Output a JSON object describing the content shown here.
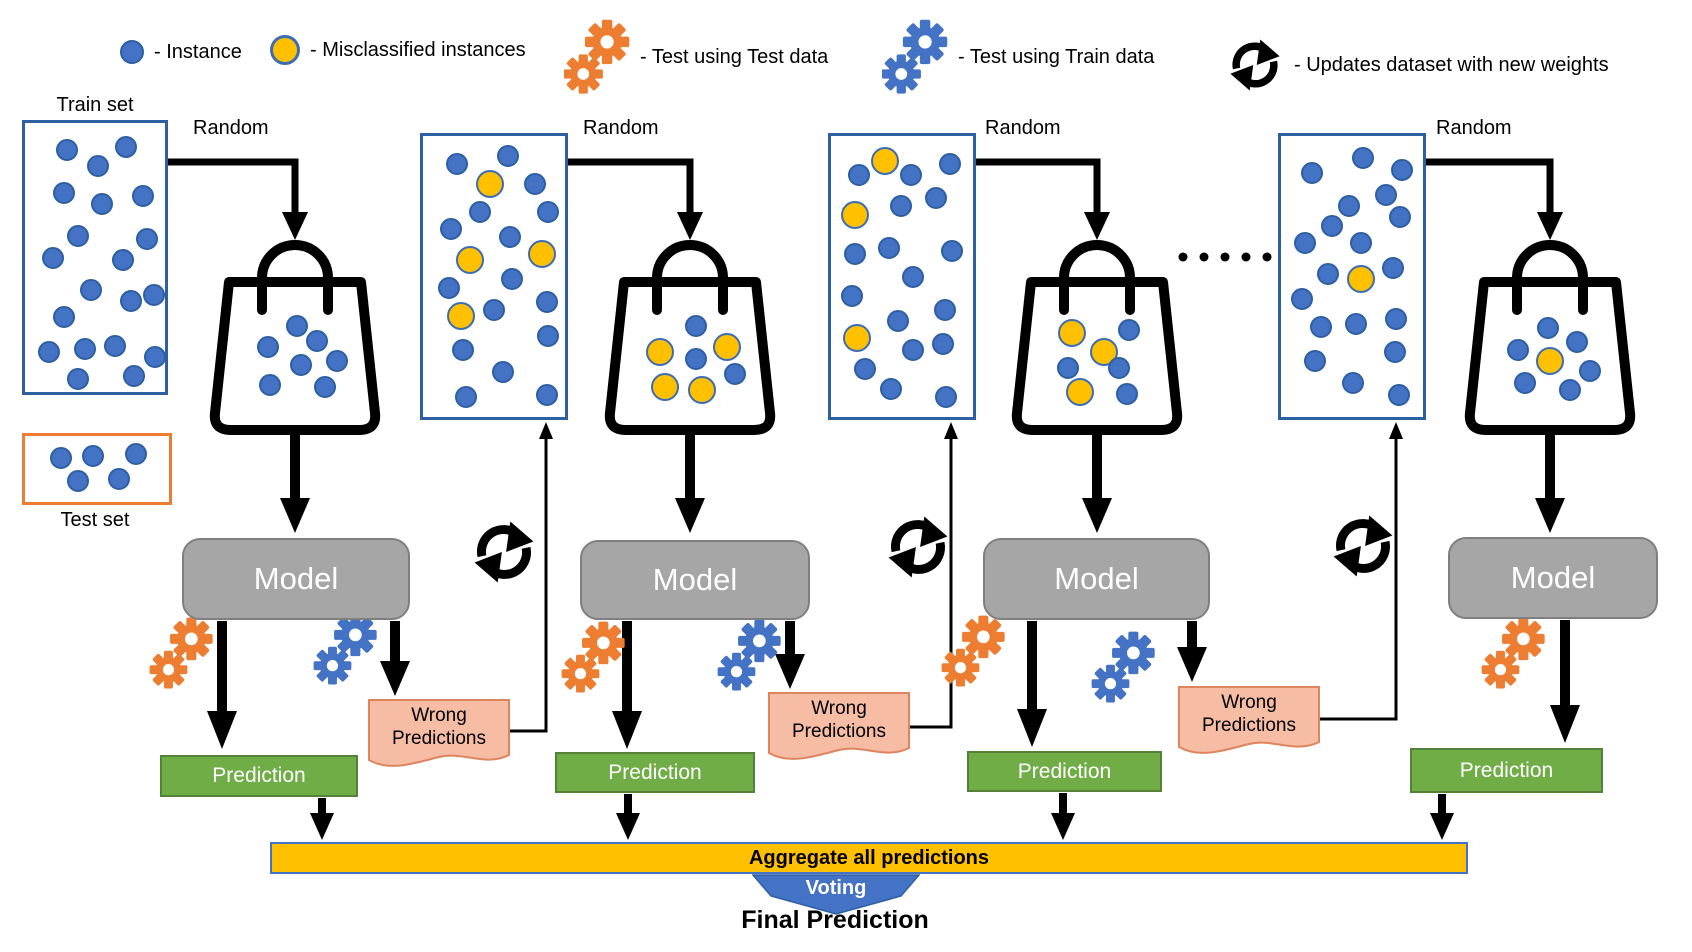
{
  "legend": {
    "instance_label": "- Instance",
    "misclassified_label": "- Misclassified instances",
    "test_gears_label": "- Test using Test data",
    "train_gears_label": "- Test using Train data",
    "updates_label": "- Updates dataset with new weights"
  },
  "labels": {
    "train_set": "Train set",
    "test_set": "Test set",
    "random": "Random",
    "model": "Model",
    "prediction": "Prediction",
    "wrong_predictions": "Wrong Predictions",
    "aggregate": "Aggregate all predictions",
    "voting": "Voting",
    "final_prediction": "Final Prediction"
  },
  "colors": {
    "instance_fill": "#4472C4",
    "instance_border": "#2E5FA3",
    "misclassified_fill": "#FFC000",
    "misclassified_border": "#3B6CB4",
    "model_fill": "#A6A6A6",
    "prediction_fill": "#70AD47",
    "prediction_border": "#538135",
    "wrong_fill": "#F6BCA4",
    "wrong_border": "#DD855F",
    "aggregate_fill": "#FFC000",
    "aggregate_border": "#4472C4",
    "voting_fill": "#4472C4",
    "gear_test": "#ED7D31",
    "gear_train": "#4472C4",
    "train_box_border": "#2E5FA3",
    "test_box_border": "#ED7D31",
    "line_color": "#000000"
  },
  "datasets": {
    "train_set": {
      "dots": [
        [
          0.3,
          0.1
        ],
        [
          0.72,
          0.09
        ],
        [
          0.52,
          0.16
        ],
        [
          0.28,
          0.26
        ],
        [
          0.55,
          0.3
        ],
        [
          0.84,
          0.27
        ],
        [
          0.38,
          0.42
        ],
        [
          0.87,
          0.43
        ],
        [
          0.2,
          0.5
        ],
        [
          0.7,
          0.51
        ],
        [
          0.47,
          0.62
        ],
        [
          0.76,
          0.66
        ],
        [
          0.92,
          0.64
        ],
        [
          0.28,
          0.72
        ],
        [
          0.17,
          0.85
        ],
        [
          0.43,
          0.84
        ],
        [
          0.64,
          0.83
        ],
        [
          0.93,
          0.87
        ],
        [
          0.38,
          0.95
        ],
        [
          0.78,
          0.94
        ]
      ]
    },
    "test_set": {
      "dots": [
        [
          0.25,
          0.33
        ],
        [
          0.47,
          0.3
        ],
        [
          0.77,
          0.27
        ],
        [
          0.37,
          0.68
        ],
        [
          0.65,
          0.65
        ]
      ]
    },
    "dataset_2": {
      "dots": [
        [
          0.24,
          0.1
        ],
        [
          0.6,
          0.07
        ],
        [
          0.47,
          0.17,
          "y"
        ],
        [
          0.79,
          0.17
        ],
        [
          0.88,
          0.27
        ],
        [
          0.4,
          0.27
        ],
        [
          0.2,
          0.33
        ],
        [
          0.61,
          0.36
        ],
        [
          0.33,
          0.44,
          "y"
        ],
        [
          0.84,
          0.42,
          "y"
        ],
        [
          0.63,
          0.51
        ],
        [
          0.18,
          0.54
        ],
        [
          0.27,
          0.64,
          "y"
        ],
        [
          0.5,
          0.62
        ],
        [
          0.87,
          0.59
        ],
        [
          0.28,
          0.76
        ],
        [
          0.88,
          0.71
        ],
        [
          0.56,
          0.84
        ],
        [
          0.3,
          0.93
        ],
        [
          0.87,
          0.92
        ]
      ]
    },
    "dataset_3": {
      "dots": [
        [
          0.38,
          0.09,
          "y"
        ],
        [
          0.2,
          0.14
        ],
        [
          0.56,
          0.14
        ],
        [
          0.84,
          0.1
        ],
        [
          0.17,
          0.28,
          "y"
        ],
        [
          0.49,
          0.25
        ],
        [
          0.74,
          0.22
        ],
        [
          0.17,
          0.42
        ],
        [
          0.41,
          0.4
        ],
        [
          0.85,
          0.41
        ],
        [
          0.58,
          0.5
        ],
        [
          0.15,
          0.57
        ],
        [
          0.47,
          0.66
        ],
        [
          0.8,
          0.62
        ],
        [
          0.18,
          0.72,
          "y"
        ],
        [
          0.58,
          0.76
        ],
        [
          0.79,
          0.74
        ],
        [
          0.24,
          0.83
        ],
        [
          0.42,
          0.9
        ],
        [
          0.81,
          0.93
        ]
      ]
    },
    "dataset_4": {
      "dots": [
        [
          0.58,
          0.08
        ],
        [
          0.85,
          0.12
        ],
        [
          0.22,
          0.13
        ],
        [
          0.74,
          0.21
        ],
        [
          0.48,
          0.25
        ],
        [
          0.36,
          0.32
        ],
        [
          0.84,
          0.29
        ],
        [
          0.56,
          0.38
        ],
        [
          0.17,
          0.38
        ],
        [
          0.33,
          0.49
        ],
        [
          0.79,
          0.47
        ],
        [
          0.56,
          0.51,
          "y"
        ],
        [
          0.15,
          0.58
        ],
        [
          0.28,
          0.68
        ],
        [
          0.53,
          0.67
        ],
        [
          0.81,
          0.65
        ],
        [
          0.8,
          0.77
        ],
        [
          0.24,
          0.8
        ],
        [
          0.51,
          0.88
        ],
        [
          0.83,
          0.92
        ]
      ]
    }
  },
  "bags": {
    "bag_1": {
      "dots": [
        [
          0.52,
          0.22
        ],
        [
          0.28,
          0.4
        ],
        [
          0.68,
          0.35
        ],
        [
          0.55,
          0.55
        ],
        [
          0.84,
          0.52
        ],
        [
          0.3,
          0.72
        ],
        [
          0.74,
          0.74
        ]
      ]
    },
    "bag_2": {
      "dots": [
        [
          0.55,
          0.22
        ],
        [
          0.26,
          0.44,
          "y"
        ],
        [
          0.8,
          0.4,
          "y"
        ],
        [
          0.55,
          0.5
        ],
        [
          0.86,
          0.63
        ],
        [
          0.3,
          0.74,
          "y"
        ],
        [
          0.6,
          0.76,
          "y"
        ]
      ]
    },
    "bag_3": {
      "dots": [
        [
          0.3,
          0.28,
          "y"
        ],
        [
          0.76,
          0.25
        ],
        [
          0.56,
          0.44,
          "y"
        ],
        [
          0.27,
          0.58
        ],
        [
          0.68,
          0.58
        ],
        [
          0.36,
          0.78,
          "y"
        ],
        [
          0.74,
          0.8
        ]
      ]
    },
    "bag_4": {
      "dots": [
        [
          0.48,
          0.24
        ],
        [
          0.24,
          0.42
        ],
        [
          0.72,
          0.36
        ],
        [
          0.5,
          0.52,
          "y"
        ],
        [
          0.82,
          0.6
        ],
        [
          0.3,
          0.7
        ],
        [
          0.66,
          0.76
        ]
      ]
    }
  }
}
